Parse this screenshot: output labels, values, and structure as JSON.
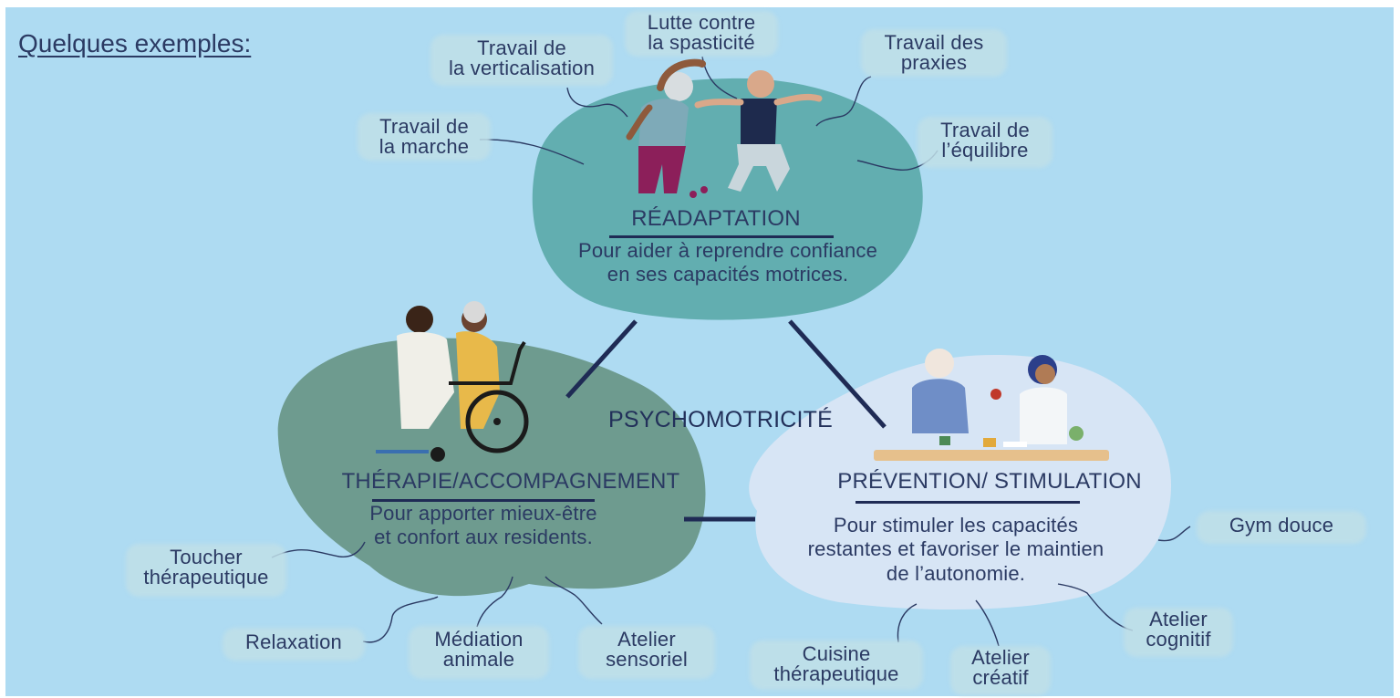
{
  "heading": "Quelques exemples:",
  "center_label": "PSYCHOMOTRICITÉ",
  "nodes": {
    "readaptation": {
      "title": "RÉADAPTATION",
      "description": "Pour aider à reprendre confiance\nen ses capacités motrices."
    },
    "therapie": {
      "title": "THÉRAPIE/ACCOMPAGNEMENT",
      "description": "Pour apporter mieux-être\net confort aux residents."
    },
    "prevention": {
      "title": "PRÉVENTION/ STIMULATION",
      "description": "Pour stimuler les capacités\nrestantes et favoriser le maintien\nde l’autonomie."
    }
  },
  "tags": {
    "verticalisation": "Travail de\nla verticalisation",
    "spasticite": "Lutte contre\nla spasticité",
    "praxies": "Travail des\npraxies",
    "marche": "Travail de\nla marche",
    "equilibre": "Travail de\nl’équilibre",
    "toucher": "Toucher\nthérapeutique",
    "relaxation": "Relaxation",
    "mediation": "Médiation\nanimale",
    "sensoriel": "Atelier\nsensoriel",
    "gym": "Gym douce",
    "cognitif": "Atelier\ncognitif",
    "cuisine": "Cuisine\nthérapeutique",
    "creatif": "Atelier\ncréatif"
  },
  "colors": {
    "background": "#aedbf2",
    "readaptation_blob": "#62aeb0",
    "therapie_blob": "#6e9b8f",
    "prevention_blob": "#dbe6f5",
    "text": "#2b3a63",
    "connector": "#1f2b55"
  },
  "illustrations": [
    "exercising-seniors-illustration",
    "caregiver-wheelchair-illustration",
    "cognitive-workshop-illustration"
  ]
}
